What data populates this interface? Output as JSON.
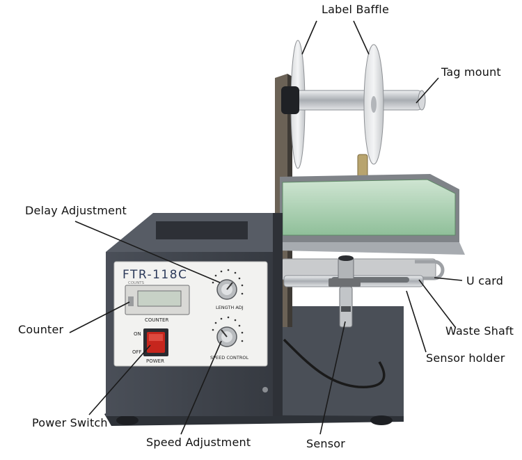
{
  "callouts": {
    "label_baffle": "Label Baffle",
    "tag_mount": "Tag mount",
    "delay_adjustment": "Delay Adjustment",
    "u_card": "U card",
    "counter": "Counter",
    "waste_shaft": "Waste Shaft",
    "sensor_holder": "Sensor holder",
    "power_switch": "Power Switch",
    "speed_adjustment": "Speed Adjustment",
    "sensor": "Sensor"
  },
  "panel": {
    "model": "FTR-118C",
    "counter_caption": "COUNTS",
    "counter_label": "COUNTER",
    "on_label": "ON",
    "off_label": "OFF",
    "power_label": "POWER",
    "length_label": "LENGTH ADJ",
    "speed_label": "SPEED CONTROL"
  },
  "colors": {
    "housing": "#3f444d",
    "faceplate": "#f2f2f0",
    "power_switch": "#c6261d",
    "glass_tray": "#a9cdb0",
    "chrome": "#c9ccd0"
  }
}
